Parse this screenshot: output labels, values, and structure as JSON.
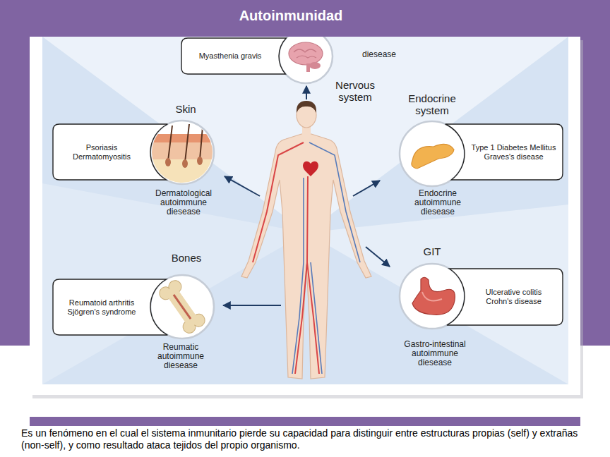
{
  "diagram": {
    "title": "Autoinmunidad",
    "caption": "Es un fenómeno en el cual el sistema inmunitario pierde su capacidad para distinguir entre estructuras propias (self) y extrañas (non-self), y como resultado ataca tejidos del propio organismo.",
    "nodes": [
      {
        "text": [
          "Myasthenia gravis"
        ]
      },
      {
        "text": [
          "Psoriasis",
          "Dermatomyositis"
        ]
      },
      {
        "text": [
          "Type 1 Diabetes Mellitus",
          "Graves's disease"
        ]
      },
      {
        "text": [
          "Reumatoid arthritis",
          "Sjögren's syndrome"
        ]
      },
      {
        "text": [
          "Ulcerative colitis",
          "Crohn's disease"
        ]
      }
    ],
    "labels": [
      "Nervous system",
      "diesease",
      "Skin",
      "Dermatological autoimmune diesease",
      "Endocrine system",
      "Endocrine autoimmune diesease",
      "Bones",
      "Reumatic autoimmune diesease",
      "GIT",
      "Gastro-intestinal autoimmune diesease"
    ]
  }
}
